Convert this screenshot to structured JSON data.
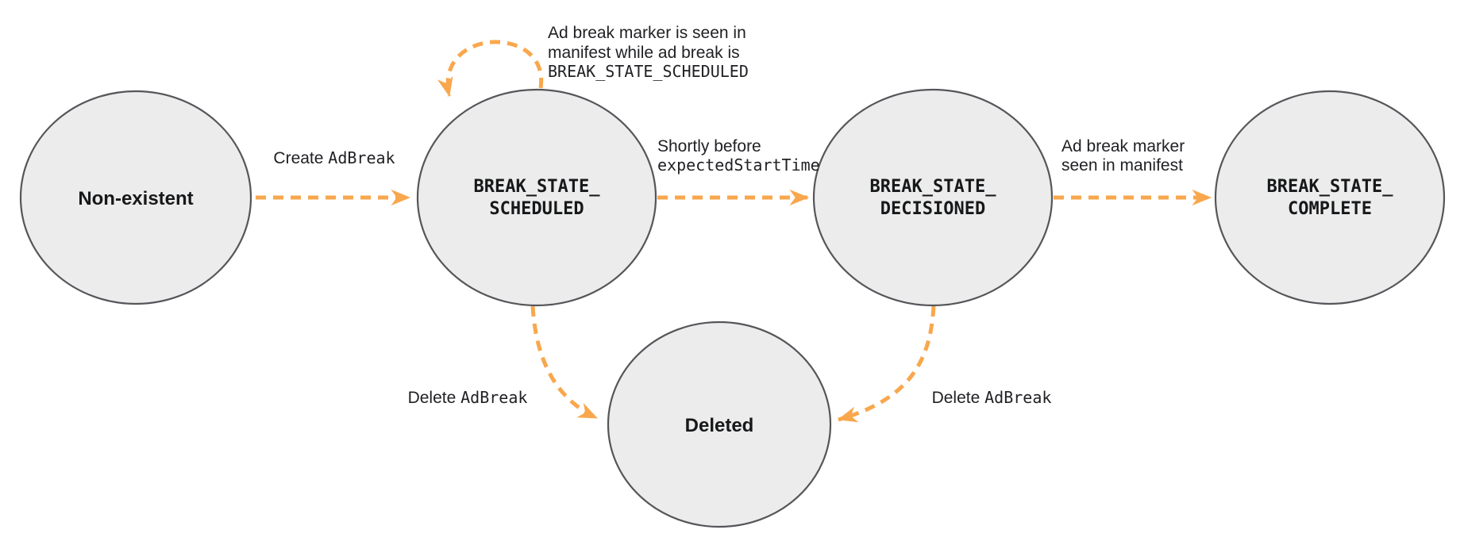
{
  "colors": {
    "arrow": "#F9A74D",
    "node_fill": "#ECECEC",
    "node_stroke": "#55565A",
    "label_text": "#202124",
    "state_text": "#17181A"
  },
  "states": {
    "non_existent": {
      "label": "Non-existent"
    },
    "scheduled": {
      "line1": "BREAK_STATE_",
      "line2": "SCHEDULED"
    },
    "decisioned": {
      "line1": "BREAK_STATE_",
      "line2": "DECISIONED"
    },
    "complete": {
      "line1": "BREAK_STATE_",
      "line2": "COMPLETE"
    },
    "deleted": {
      "label": "Deleted"
    }
  },
  "transitions": {
    "create": {
      "plain": "Create ",
      "code": "AdBreak"
    },
    "marker_while_scheduled": {
      "line1": "Ad break marker is seen in",
      "line2": "manifest while ad break is",
      "line3": "BREAK_STATE_SCHEDULED"
    },
    "shortly_before": {
      "line1": "Shortly before",
      "line2": "expectedStartTime"
    },
    "marker_seen": {
      "line1": "Ad break marker",
      "line2": "seen in manifest"
    },
    "delete_from_scheduled": {
      "plain": "Delete ",
      "code": "AdBreak"
    },
    "delete_from_decisioned": {
      "plain": "Delete ",
      "code": "AdBreak"
    }
  }
}
